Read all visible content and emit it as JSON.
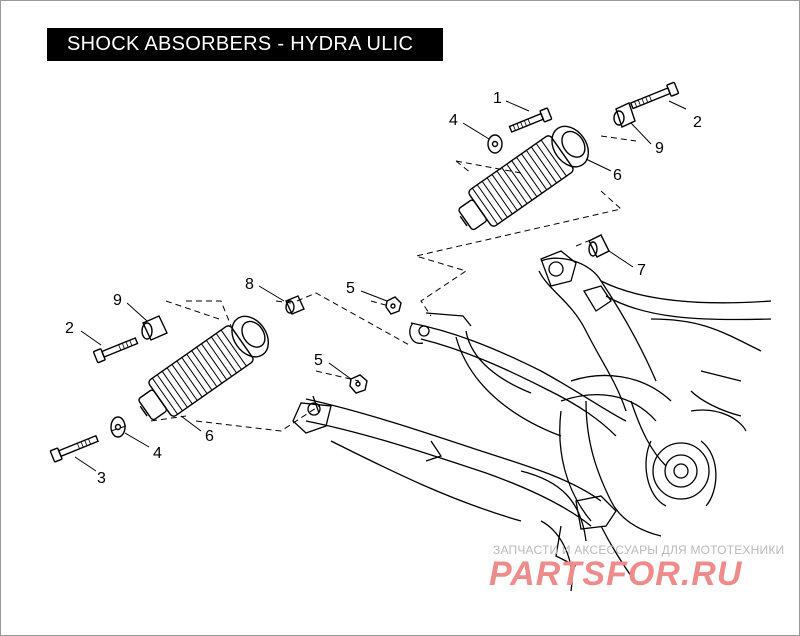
{
  "title": "SHOCK ABSORBERS - HYDRA ULIC",
  "callouts": {
    "c1": "1",
    "c2a": "2",
    "c2b": "2",
    "c3": "3",
    "c4a": "4",
    "c4b": "4",
    "c5a": "5",
    "c5b": "5",
    "c6a": "6",
    "c6b": "6",
    "c7": "7",
    "c8": "8",
    "c9a": "9",
    "c9b": "9"
  },
  "watermark": {
    "line1": "ЗАПЧАСТИ И АКСЕССУАРЫ ДЛЯ МОТОТЕХНИКИ",
    "line2": "PARTSFOR.RU"
  },
  "colors": {
    "title_bg": "#000000",
    "title_text": "#ffffff",
    "watermark": "#f08b8b"
  }
}
